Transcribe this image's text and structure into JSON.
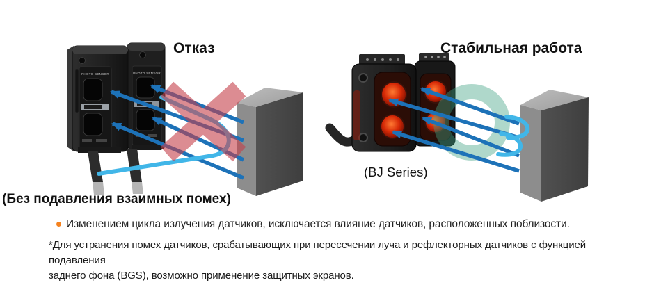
{
  "scenes": {
    "left": {
      "title": "Отказ",
      "caption": "(Без подавления взаимных помех)",
      "device_label": "PHOTO SENSOR",
      "result": "failure"
    },
    "right": {
      "title": "Стабильная работа",
      "caption": "(BJ Series)",
      "result": "stable"
    }
  },
  "notes": {
    "bullet_text": "Изменением цикла излучения датчиков, исключается влияние датчиков, расположенных поблизости.",
    "footnote_lines": [
      "*Для устранения помех датчиков, срабатывающих при пересечении луча и рефлекторных датчиков с функцией подавления",
      "заднего фона (BGS), возможно применение защитных экранов."
    ]
  },
  "colors": {
    "beam": "#1d72b8",
    "beam-light": "#41b6e8",
    "cross": "#c5404b",
    "ring": "#41a184",
    "bullet": "#f5821f"
  }
}
